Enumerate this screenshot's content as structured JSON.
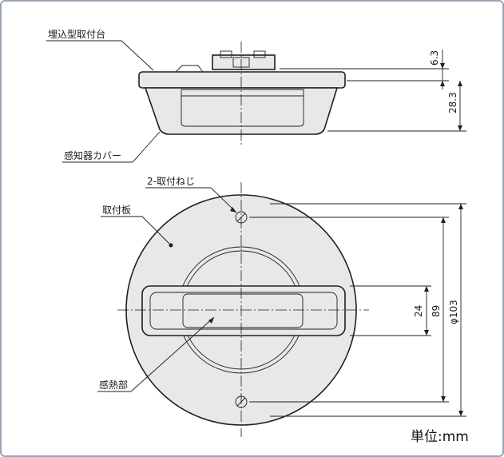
{
  "side_view": {
    "callout_mount": "埋込型取付台",
    "callout_cover": "感知器カバー",
    "dim_top": "6.3",
    "dim_body": "28.3"
  },
  "top_view": {
    "callout_screws": "2-取付ねじ",
    "callout_plate": "取付板",
    "callout_sensor": "感熱部",
    "dim_sensor_width": "24",
    "dim_screw_pitch": "89",
    "dim_diameter": "φ103"
  },
  "unit_label": "単位:mm",
  "colors": {
    "fill": "#e8e8e8",
    "line": "#1f1f1f",
    "frame": "#9aa6b6"
  }
}
